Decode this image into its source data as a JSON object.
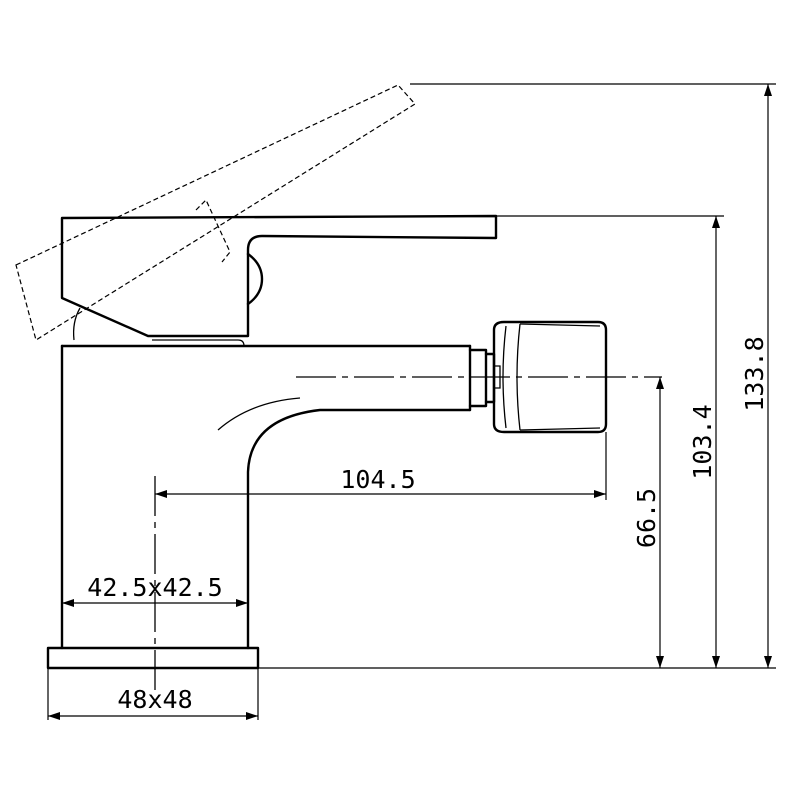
{
  "dimensions": {
    "base_width": "48x48",
    "body_width": "42.5x42.5",
    "spout_reach": "104.5",
    "spout_height": "66.5",
    "body_height": "103.4",
    "total_height": "133.8"
  }
}
